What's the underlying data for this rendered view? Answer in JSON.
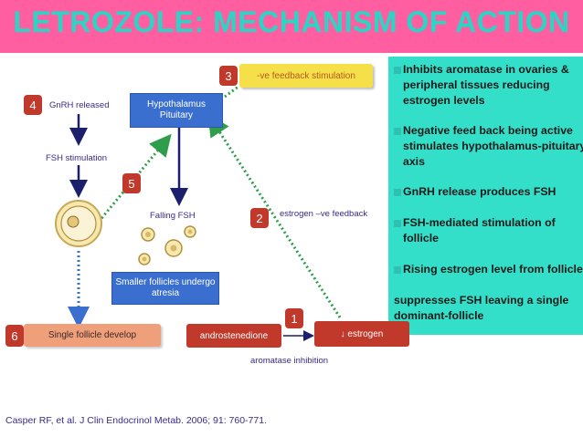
{
  "title": "LETROZOLE: MECHANISM OF ACTION",
  "panel": {
    "items": [
      "Inhibits aromatase in ovaries & peripheral tissues reducing estrogen levels",
      "Negative feed back being active stimulates hypothalamus-pituitary axis",
      "GnRH release produces FSH",
      "FSH-mediated stimulation of follicle",
      "Rising estrogen level from follicle"
    ],
    "tail": "suppresses FSH leaving a single dominant-follicle"
  },
  "diagram": {
    "hypothalamus": "Hypothalamus\nPituitary",
    "feedback_stimulation": "-ve feedback stimulation",
    "gnrh_released": "GnRH released",
    "fsh_stimulation": "FSH stimulation",
    "falling_fsh": "Falling FSH",
    "estrogen_feedback": "estrogen –ve feedback",
    "smaller_follicles": "Smaller follicles undergo atresia",
    "single_follicle": "Single follicle develop",
    "androstenedione": "androstenedione",
    "estrogen": "↓ estrogen",
    "aromatase_inhibition": "aromatase inhibition",
    "numbers": [
      "1",
      "2",
      "3",
      "4",
      "5",
      "6"
    ]
  },
  "citation": "Casper RF, et al. J Clin Endocrinol Metab. 2006; 91: 760-771.",
  "colors": {
    "title_bar": "#ff5fa0",
    "title_text": "#29d6c6",
    "panel": "#33dfc8",
    "number_badge": "#c0392b",
    "hypothalamus_box": "#3a6fcf",
    "feedback_box": "#f5e04a",
    "atresia_box": "#3a6fcf",
    "follicle_box": "#ef9f7a",
    "red_box": "#c0392b",
    "arrow_navy": "#1c1f6b",
    "arrow_green": "#2e9e4a",
    "arrow_blue_dotted": "#3a6fcf"
  }
}
